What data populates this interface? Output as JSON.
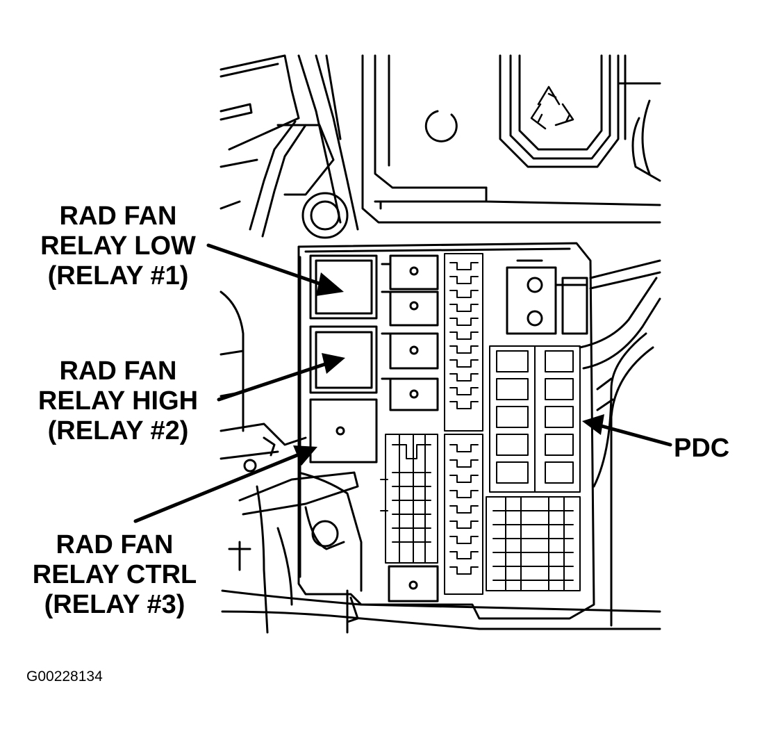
{
  "callouts": {
    "relay_low": {
      "line1": "RAD FAN",
      "line2": "RELAY LOW",
      "line3": "(RELAY #1)"
    },
    "relay_high": {
      "line1": "RAD FAN",
      "line2": "RELAY HIGH",
      "line3": "(RELAY #2)"
    },
    "relay_ctrl": {
      "line1": "RAD FAN",
      "line2": "RELAY CTRL",
      "line3": "(RELAY #3)"
    },
    "pdc": "PDC"
  },
  "figure_id": "G00228134",
  "colors": {
    "ink": "#000000",
    "paper": "#ffffff"
  }
}
